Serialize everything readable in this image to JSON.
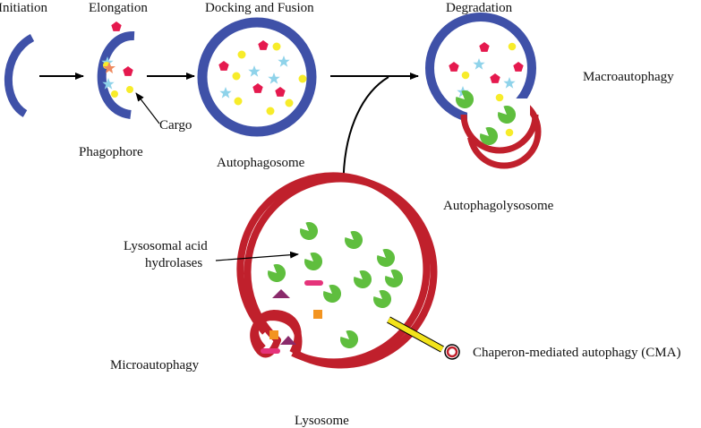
{
  "stages": {
    "initiation": "Initiation",
    "elongation": "Elongation",
    "docking": "Docking and Fusion",
    "degradation": "Degradation"
  },
  "labels": {
    "phagophore": "Phagophore",
    "cargo": "Cargo",
    "autophagosome": "Autophagosome",
    "autophagolysosome": "Autophagolysosome",
    "macroautophagy": "Macroautophagy",
    "hydrolases_line1": "Lysosomal acid",
    "hydrolases_line2": "hydrolases",
    "microautophagy": "Microautophagy",
    "lysosome": "Lysosome",
    "cma": "Chaperon-mediated autophagy (CMA)"
  },
  "colors": {
    "membrane_blue": "#3f51a8",
    "lysosome_red": "#c0202c",
    "hydrolase_green": "#5fbe3e",
    "cargo_red": "#e5194e",
    "cargo_yellow": "#f7ec2a",
    "cargo_blue_star": "#8fd3ea",
    "cargo_orange_star": "#ef8a5f",
    "cargo_purple": "#8a2a6b",
    "cargo_pink": "#e5337a",
    "cargo_orange": "#f39420",
    "chaperone_yellow": "#f2e31b",
    "arrow": "#000000"
  }
}
